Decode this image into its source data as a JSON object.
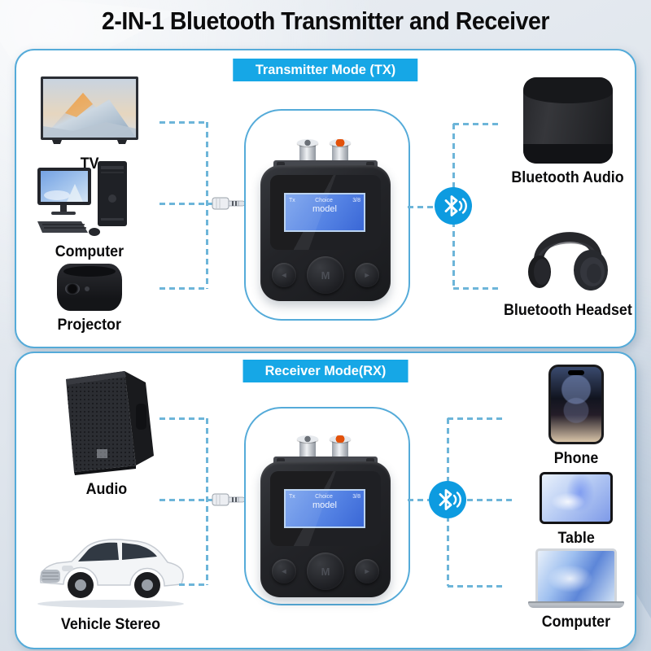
{
  "title": "2-IN-1 Bluetooth Transmitter and Receiver",
  "tx_panel": {
    "header": "Transmitter Mode (TX)",
    "sources": [
      {
        "label": "TV"
      },
      {
        "label": "Computer"
      },
      {
        "label": "Projector"
      }
    ],
    "sinks": [
      {
        "label": "Bluetooth Audio"
      },
      {
        "label": "Bluetooth Headset"
      }
    ]
  },
  "rx_panel": {
    "header": "Receiver Mode(RX)",
    "sources": [
      {
        "label": "Audio"
      },
      {
        "label": "Vehicle Stereo"
      }
    ],
    "sinks": [
      {
        "label": "Phone"
      },
      {
        "label": "Table"
      },
      {
        "label": "Computer"
      }
    ]
  },
  "device": {
    "screen": {
      "mode": "Tx",
      "menu": "Choice",
      "model": "model",
      "counter": "3/8"
    },
    "buttons": {
      "left": "◂",
      "center": "M",
      "right": "▸"
    }
  },
  "icons": {
    "bluetooth": "bluetooth-icon",
    "aux_jack": "aux-jack-icon"
  },
  "colors": {
    "accent": "#16a7e6",
    "dashed": "#6db5d9",
    "border": "#55abd9",
    "bluetooth": "#0d9be0"
  }
}
